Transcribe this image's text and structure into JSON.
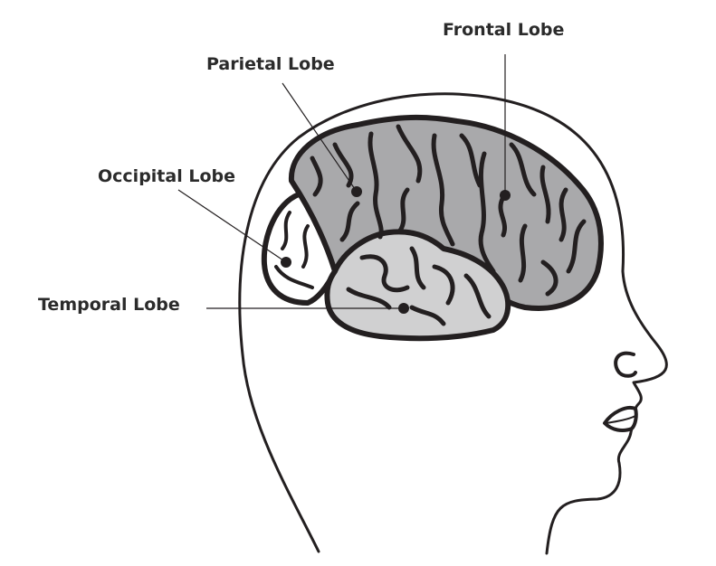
{
  "labels": {
    "frontal": "Frontal Lobe",
    "parietal": "Parietal Lobe",
    "occipital": "Occipital Lobe",
    "temporal": "Temporal Lobe"
  },
  "colors": {
    "outline": "#231f20",
    "frontal_parietal_fill": "#a9a9ab",
    "occipital_fill": "#ffffff",
    "temporal_fill": "#d0d0d1",
    "label_text": "#2b2b2b"
  }
}
